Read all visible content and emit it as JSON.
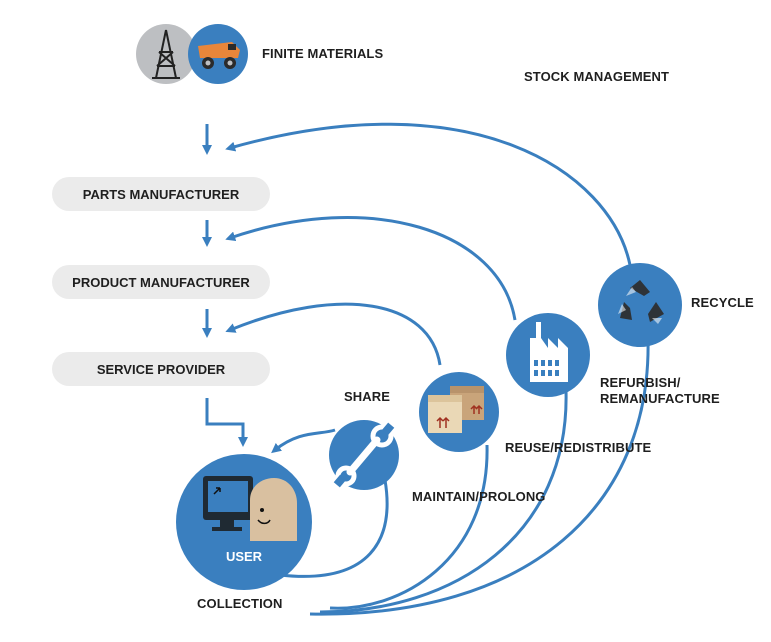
{
  "finite_materials": "FINITE MATERIALS",
  "stock_management": "STOCK MANAGEMENT",
  "stages": [
    "PARTS MANUFACTURER",
    "PRODUCT MANUFACTURER",
    "SERVICE PROVIDER"
  ],
  "user": "USER",
  "collection": "COLLECTION",
  "loops": {
    "share": "SHARE",
    "maintain": "MAINTAIN/PROLONG",
    "reuse": "REUSE/REDISTRIBUTE",
    "refurbish_1": "REFURBISH/",
    "refurbish_2": "REMANUFACTURE",
    "recycle": "RECYCLE"
  },
  "icons": {
    "oil_rig": "oil-rig-icon",
    "mining_truck": "mining-truck-icon",
    "user": "user-at-computer-icon",
    "wrench": "wrench-icon",
    "boxes": "boxes-icon",
    "factory": "factory-icon",
    "recycle": "recycle-icon"
  },
  "colors": {
    "blue": "#3a7fbf",
    "gray_circle": "#bdbfc2",
    "pill": "#ebebeb",
    "text": "#1f1f1f",
    "box": "#e9d7b4",
    "skin": "#d9c0a0"
  }
}
